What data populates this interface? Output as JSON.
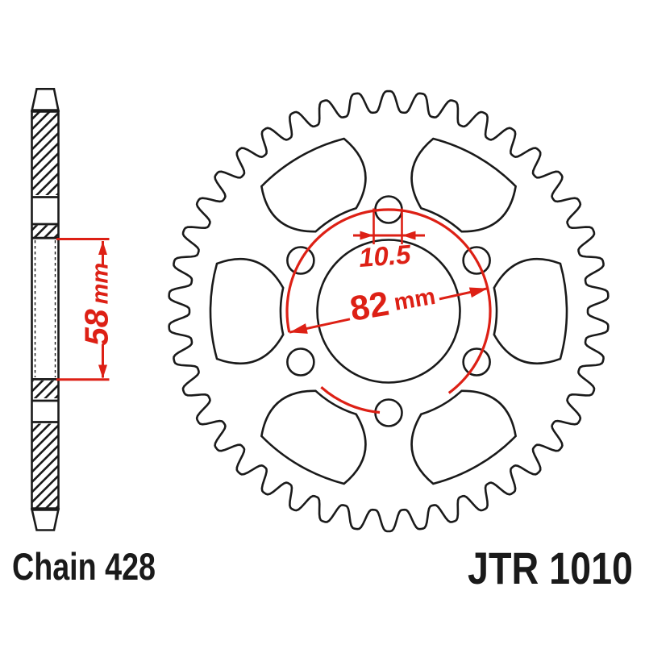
{
  "figure": {
    "type": "sprocket-technical-drawing",
    "product": {
      "chain_label": "Chain 428",
      "part_number": "JTR 1010"
    },
    "dimensions": {
      "bore_side": {
        "value": "58",
        "unit": "mm"
      },
      "bolt_hole_diameter": {
        "value": "10.5"
      },
      "bolt_circle_diameter": {
        "value": "82",
        "unit": "mm"
      }
    },
    "colors": {
      "dimension_red": "#dd2015",
      "drawing_black": "#1a1a1a",
      "background": "#ffffff"
    },
    "features": {
      "views": [
        "side-section-view",
        "front-view"
      ],
      "teeth_shown": 42,
      "bolt_holes_shown": 6,
      "lightening_slots_shown": 6
    }
  }
}
